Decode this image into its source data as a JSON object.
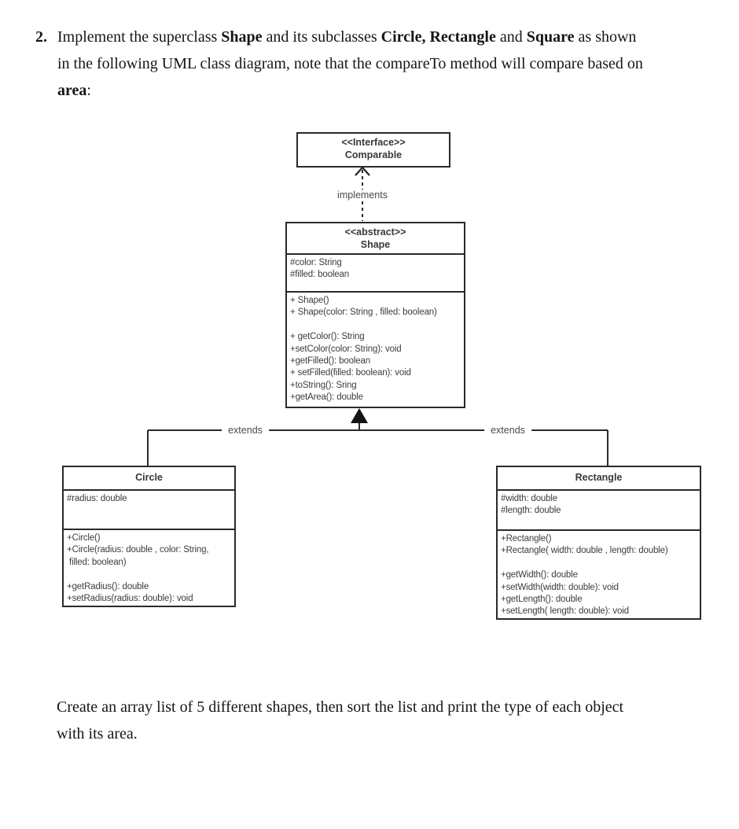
{
  "palette": {
    "background": "#ffffff",
    "ink": "#161616",
    "diagram_text": "#3c3c3c",
    "line": "#2a2a2a"
  },
  "intro": {
    "number": "2.",
    "line1": {
      "s1": "Implement the superclass ",
      "s2": "Shape",
      "s3": " and its subclasses ",
      "s4": "Circle, Rectangle",
      "s5": " and ",
      "s6": "Square",
      "s7": " as shown"
    },
    "line2": "in the following UML class diagram, note that the compareTo method will compare based on",
    "line3": {
      "s1": "area",
      "s2": ":"
    }
  },
  "uml": {
    "comparable": {
      "stereotype": "<<Interface>>",
      "name": "Comparable"
    },
    "implements_label": "implements",
    "extends_label_left": "extends",
    "extends_label_right": "extends",
    "shape": {
      "stereotype": "<<abstract>>",
      "name": "Shape",
      "fields": [
        "#color: String",
        "#filled: boolean"
      ],
      "methods": [
        "+ Shape()",
        "+ Shape(color: String , filled: boolean)",
        "",
        "+ getColor(): String",
        "+setColor(color: String): void",
        "+getFilled(): boolean",
        "+ setFilled(filled: boolean): void",
        "+toString(): Sring",
        "+getArea(): double"
      ]
    },
    "circle": {
      "name": "Circle",
      "fields": [
        "#radius: double"
      ],
      "methods": [
        "+Circle()",
        "+Circle(radius: double , color: String,",
        " filled: boolean)",
        "",
        "+getRadius(): double",
        "+setRadius(radius: double): void"
      ]
    },
    "rectangle": {
      "name": "Rectangle",
      "fields": [
        "#width: double",
        "#length: double"
      ],
      "methods": [
        "+Rectangle()",
        "+Rectangle( width: double , length: double)",
        "",
        "+getWidth(): double",
        "+setWidth(width: double): void",
        "+getLength(): double",
        "+setLength( length: double): void"
      ]
    }
  },
  "outro": {
    "line1": "Create an array list of 5 different shapes, then sort the list and print the type of each object",
    "line2": "with its area."
  }
}
